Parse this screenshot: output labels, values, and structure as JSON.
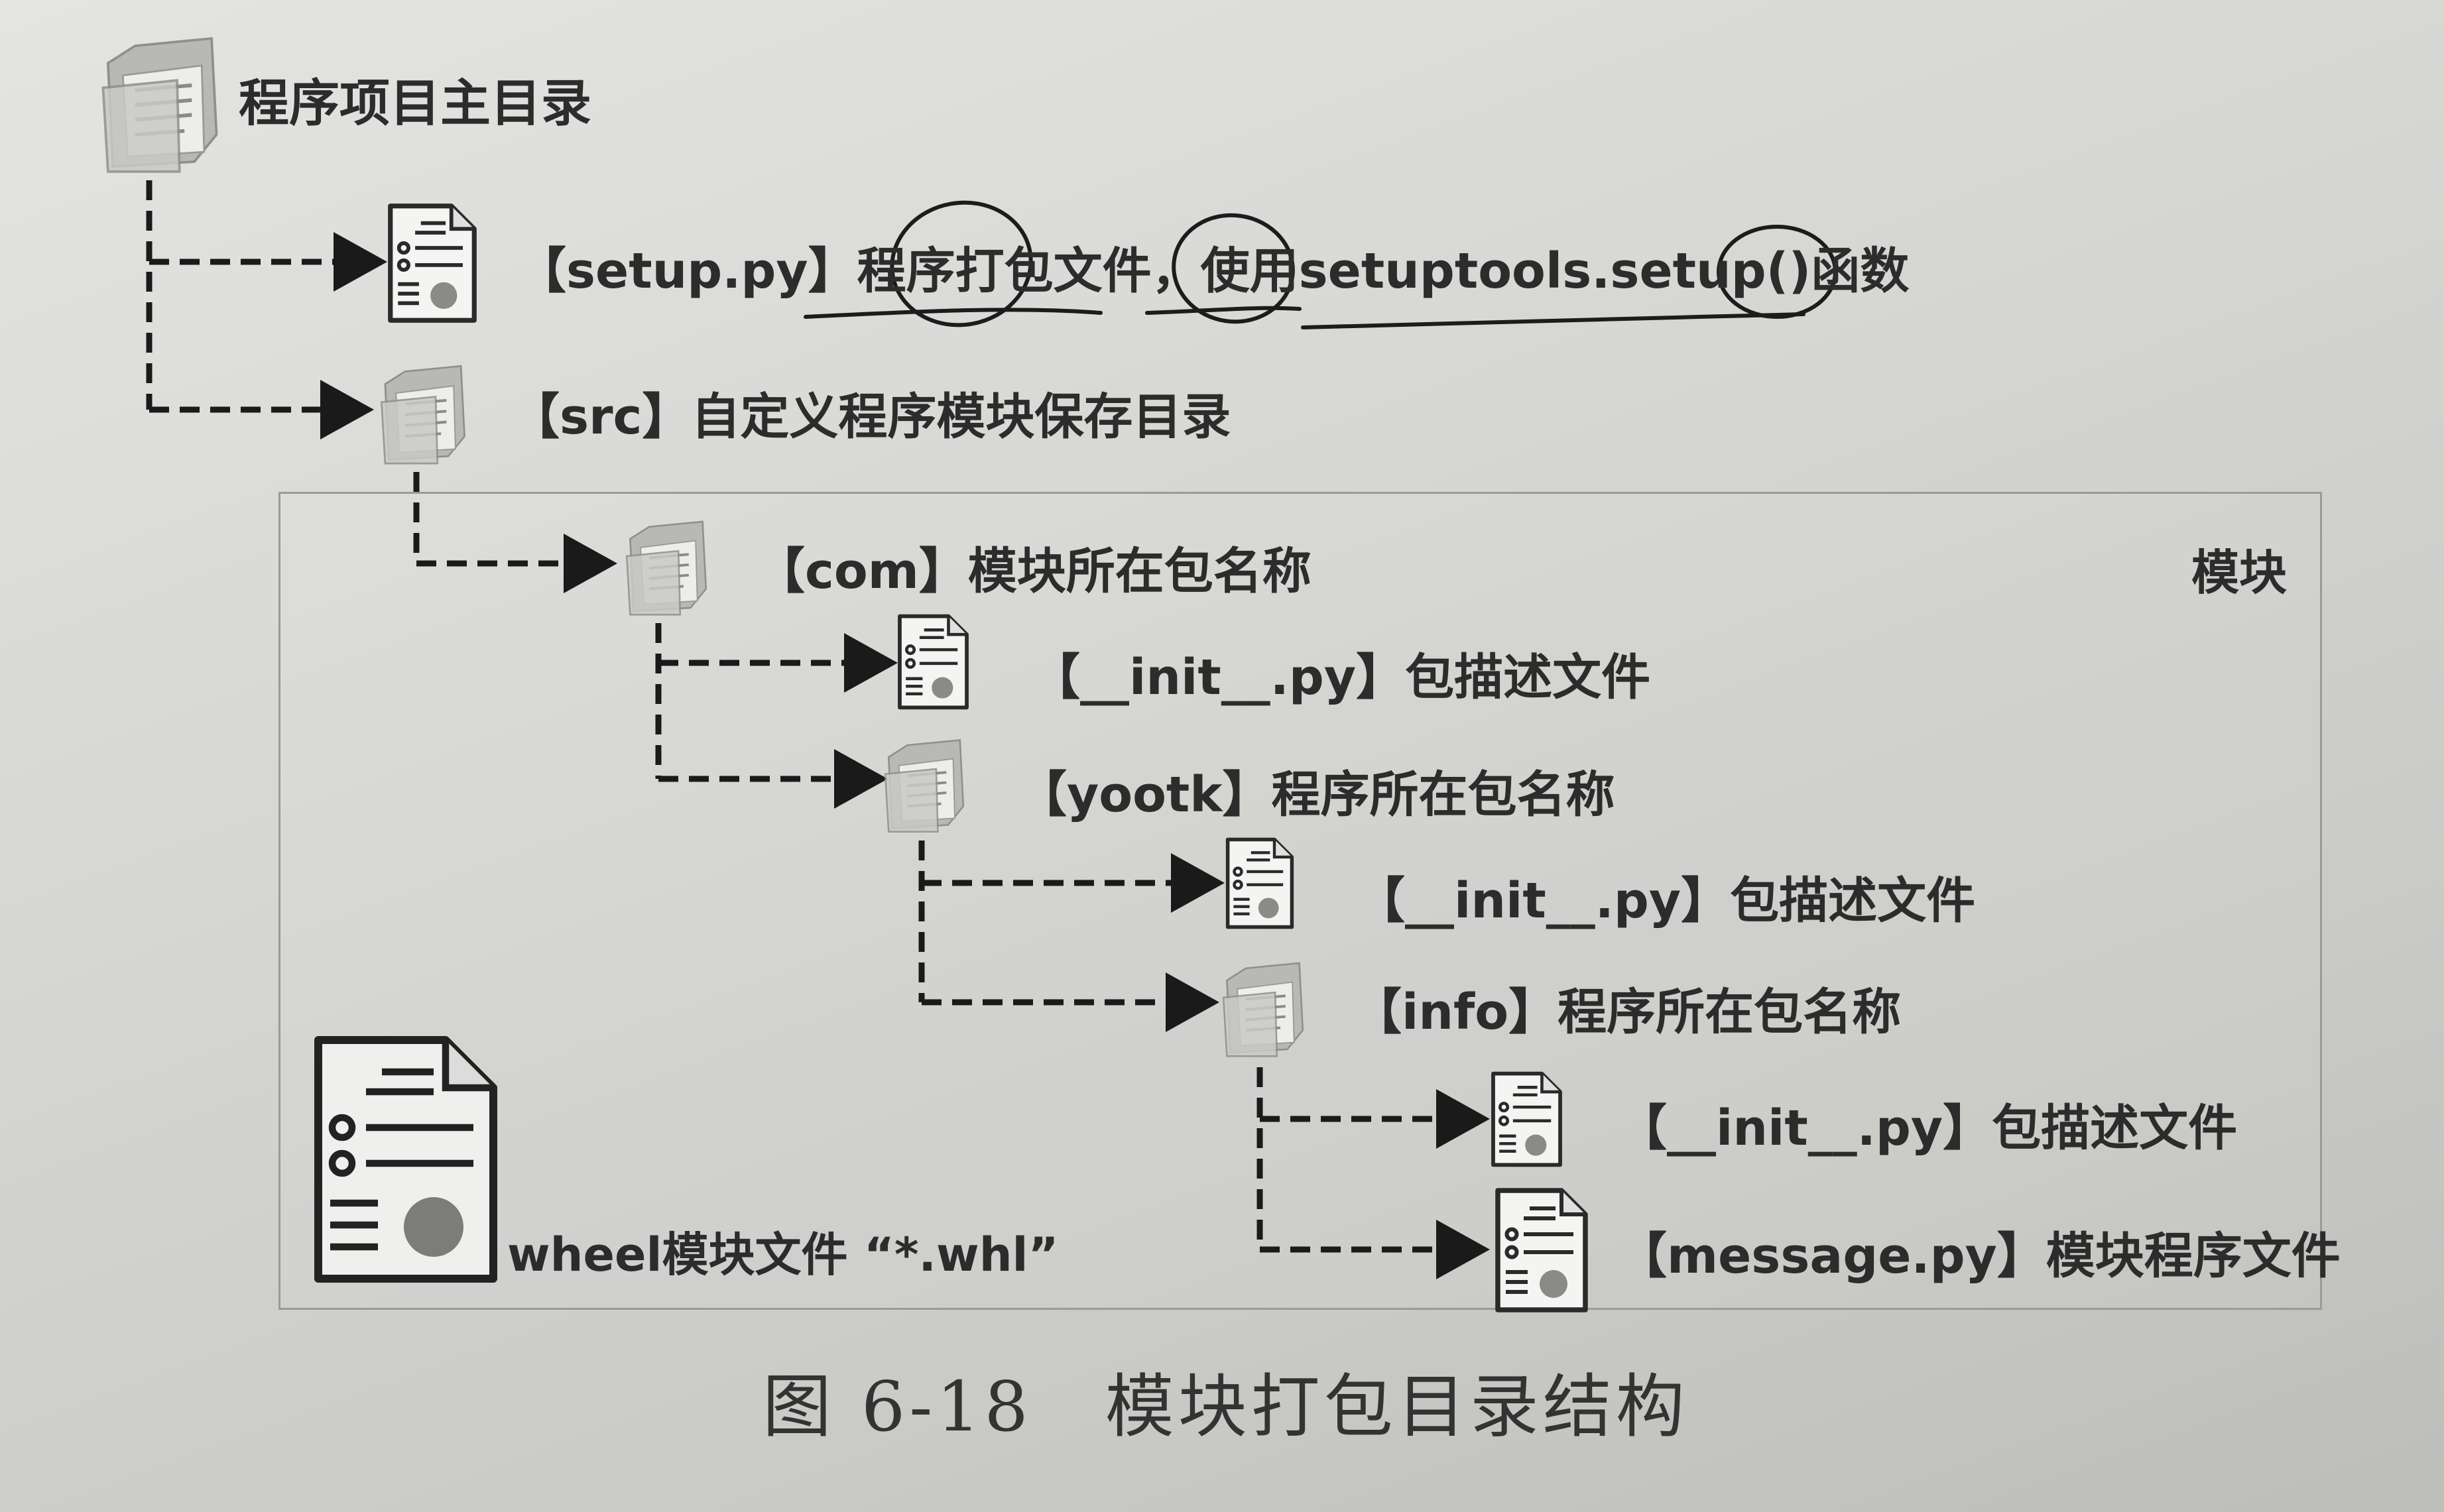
{
  "diagram": {
    "root": "程序项目主目录",
    "setup": "【setup.py】程序打包文件，使用setuptools.setup()函数",
    "src": "【src】自定义程序模块保存目录",
    "com": "【com】模块所在包名称",
    "com_init": "【__init__.py】包描述文件",
    "yootk": "【yootk】程序所在包名称",
    "yootk_init": "【__init__.py】包描述文件",
    "info": "【info】程序所在包名称",
    "info_init": "【__init__.py】包描述文件",
    "message": "【message.py】模块程序文件",
    "module_label": "模块",
    "wheel": "wheel模块文件 “*.whl”"
  },
  "caption": "图 6-18　模块打包目录结构",
  "colors": {
    "connector": "#1a1a1a",
    "box_border": "#9a9a98",
    "annotation_ink": "#1c1c1c"
  }
}
